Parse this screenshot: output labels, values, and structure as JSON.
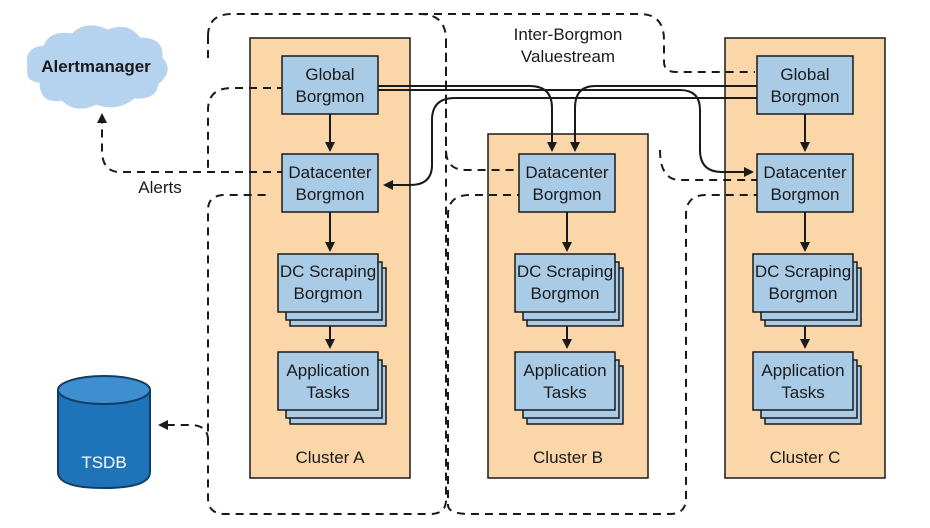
{
  "alertmanager": {
    "label": "Alertmanager"
  },
  "alerts_label": "Alerts",
  "valuestream": {
    "line1": "Inter-Borgmon",
    "line2": "Valuestream"
  },
  "tsdb": {
    "label": "TSDB"
  },
  "clusters": [
    {
      "name": "Cluster A",
      "global": [
        "Global",
        "Borgmon"
      ],
      "datacenter": [
        "Datacenter",
        "Borgmon"
      ],
      "scraping": [
        "DC Scraping",
        "Borgmon"
      ],
      "tasks": [
        "Application",
        "Tasks"
      ]
    },
    {
      "name": "Cluster B",
      "datacenter": [
        "Datacenter",
        "Borgmon"
      ],
      "scraping": [
        "DC Scraping",
        "Borgmon"
      ],
      "tasks": [
        "Application",
        "Tasks"
      ]
    },
    {
      "name": "Cluster C",
      "global": [
        "Global",
        "Borgmon"
      ],
      "datacenter": [
        "Datacenter",
        "Borgmon"
      ],
      "scraping": [
        "DC Scraping",
        "Borgmon"
      ],
      "tasks": [
        "Application",
        "Tasks"
      ]
    }
  ],
  "colors": {
    "cluster_fill": "#fbd6a8",
    "box_fill": "#a9cbe6",
    "cloud_fill": "#b5d3ee",
    "tsdb_fill": "#1f73b8"
  }
}
